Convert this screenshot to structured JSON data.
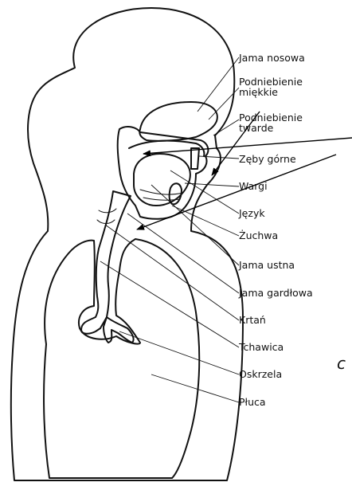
{
  "diagram": {
    "labels": [
      {
        "id": "jama-nosowa",
        "lines": [
          "Jama  nosowa"
        ]
      },
      {
        "id": "podniebienie-miekkie",
        "lines": [
          "Podniebienie",
          "miękkie"
        ]
      },
      {
        "id": "podniebienie-twarde",
        "lines": [
          "Podniebienie",
          "twarde"
        ]
      },
      {
        "id": "zeby-gorne",
        "lines": [
          "Zęby  górne"
        ]
      },
      {
        "id": "wargi",
        "lines": [
          "Wargi"
        ]
      },
      {
        "id": "jezyk",
        "lines": [
          "Język"
        ]
      },
      {
        "id": "zuchwa",
        "lines": [
          "Żuchwa"
        ]
      },
      {
        "id": "jama-ustna",
        "lines": [
          "Jama  ustna"
        ]
      },
      {
        "id": "jama-gardlowa",
        "lines": [
          "Jama  gardłowa"
        ]
      },
      {
        "id": "krtan",
        "lines": [
          "Krtań"
        ]
      },
      {
        "id": "tchawica",
        "lines": [
          "Tchawica"
        ]
      },
      {
        "id": "oskrzela",
        "lines": [
          "Oskrzela"
        ]
      },
      {
        "id": "pluca",
        "lines": [
          "Płuca"
        ]
      }
    ],
    "edge_letter": "c"
  }
}
